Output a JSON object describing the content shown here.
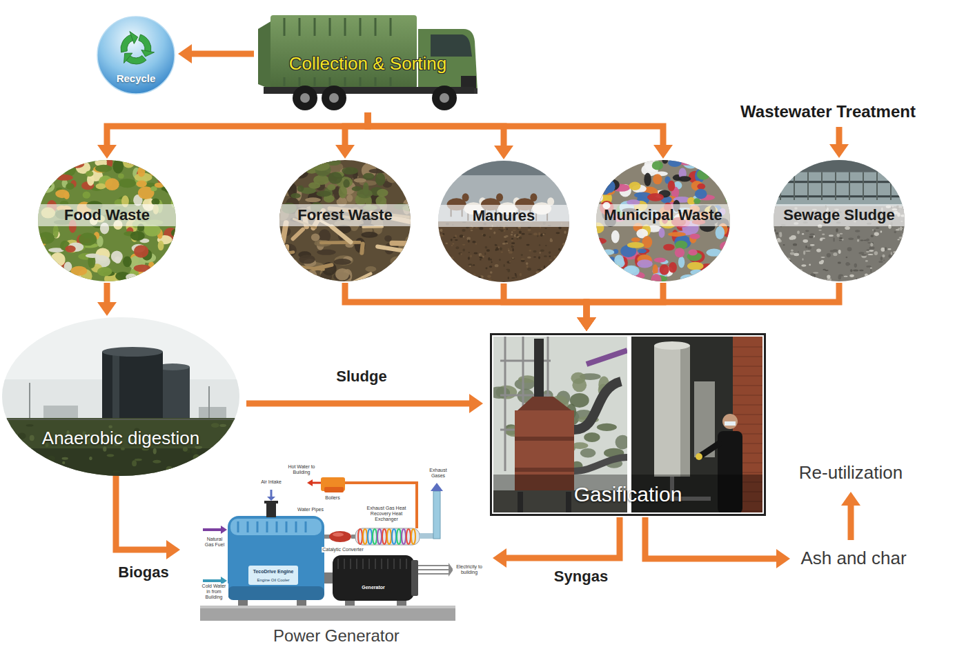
{
  "diagram": {
    "nodes": [
      {
        "text": [
          "Recycle"
        ]
      },
      {
        "text": [
          "Collection & Sorting"
        ]
      },
      {
        "text": [
          "Wastewater Treatment"
        ]
      },
      {
        "text": [
          "Food Waste"
        ]
      },
      {
        "text": [
          "Forest Waste"
        ]
      },
      {
        "text": [
          "Manures"
        ]
      },
      {
        "text": [
          "Municipal Waste"
        ]
      },
      {
        "text": [
          "Sewage Sludge"
        ]
      },
      {
        "text": [
          "Anaerobic digestion"
        ]
      },
      {
        "text": [
          "Gasification"
        ]
      },
      {
        "text": [
          "Power Generator"
        ]
      },
      {
        "text": [
          "Ash and char"
        ]
      },
      {
        "text": [
          "Re-utilization"
        ]
      }
    ],
    "edges": [
      {
        "from": 1,
        "to": 0,
        "arrow": "to"
      },
      {
        "from": 1,
        "to": 3,
        "arrow": "to"
      },
      {
        "from": 1,
        "to": 4,
        "arrow": "to"
      },
      {
        "from": 1,
        "to": 5,
        "arrow": "to"
      },
      {
        "from": 1,
        "to": 6,
        "arrow": "to"
      },
      {
        "from": 2,
        "to": 7,
        "arrow": "to"
      },
      {
        "from": 3,
        "to": 8,
        "arrow": "to"
      },
      {
        "from": 4,
        "to": 9,
        "arrow": "to"
      },
      {
        "from": 5,
        "to": 9,
        "arrow": "to"
      },
      {
        "from": 6,
        "to": 9,
        "arrow": "to"
      },
      {
        "from": 7,
        "to": 9,
        "arrow": "to"
      },
      {
        "from": 8,
        "to": 9,
        "label": "Sludge",
        "arrow": "to"
      },
      {
        "from": 8,
        "to": 10,
        "label": "Biogas",
        "arrow": "to"
      },
      {
        "from": 9,
        "to": 10,
        "label": "Syngas",
        "arrow": "to"
      },
      {
        "from": 9,
        "to": 11,
        "arrow": "to"
      },
      {
        "from": 11,
        "to": 12,
        "arrow": "to"
      }
    ],
    "labels": [
      "Hot Water to Building",
      "Exhaust Gases",
      "Air Intake",
      "Boilers",
      "Water Pipes",
      "Exhaust Gas Heat Recovery Heat Exchanger",
      "Natural Gas Fuel",
      "Catalytic Converter",
      "Electricity to building",
      "TecoDrive Engine",
      "Engine Oil Cooler",
      "Generator",
      "Cold Water in from Building"
    ]
  }
}
